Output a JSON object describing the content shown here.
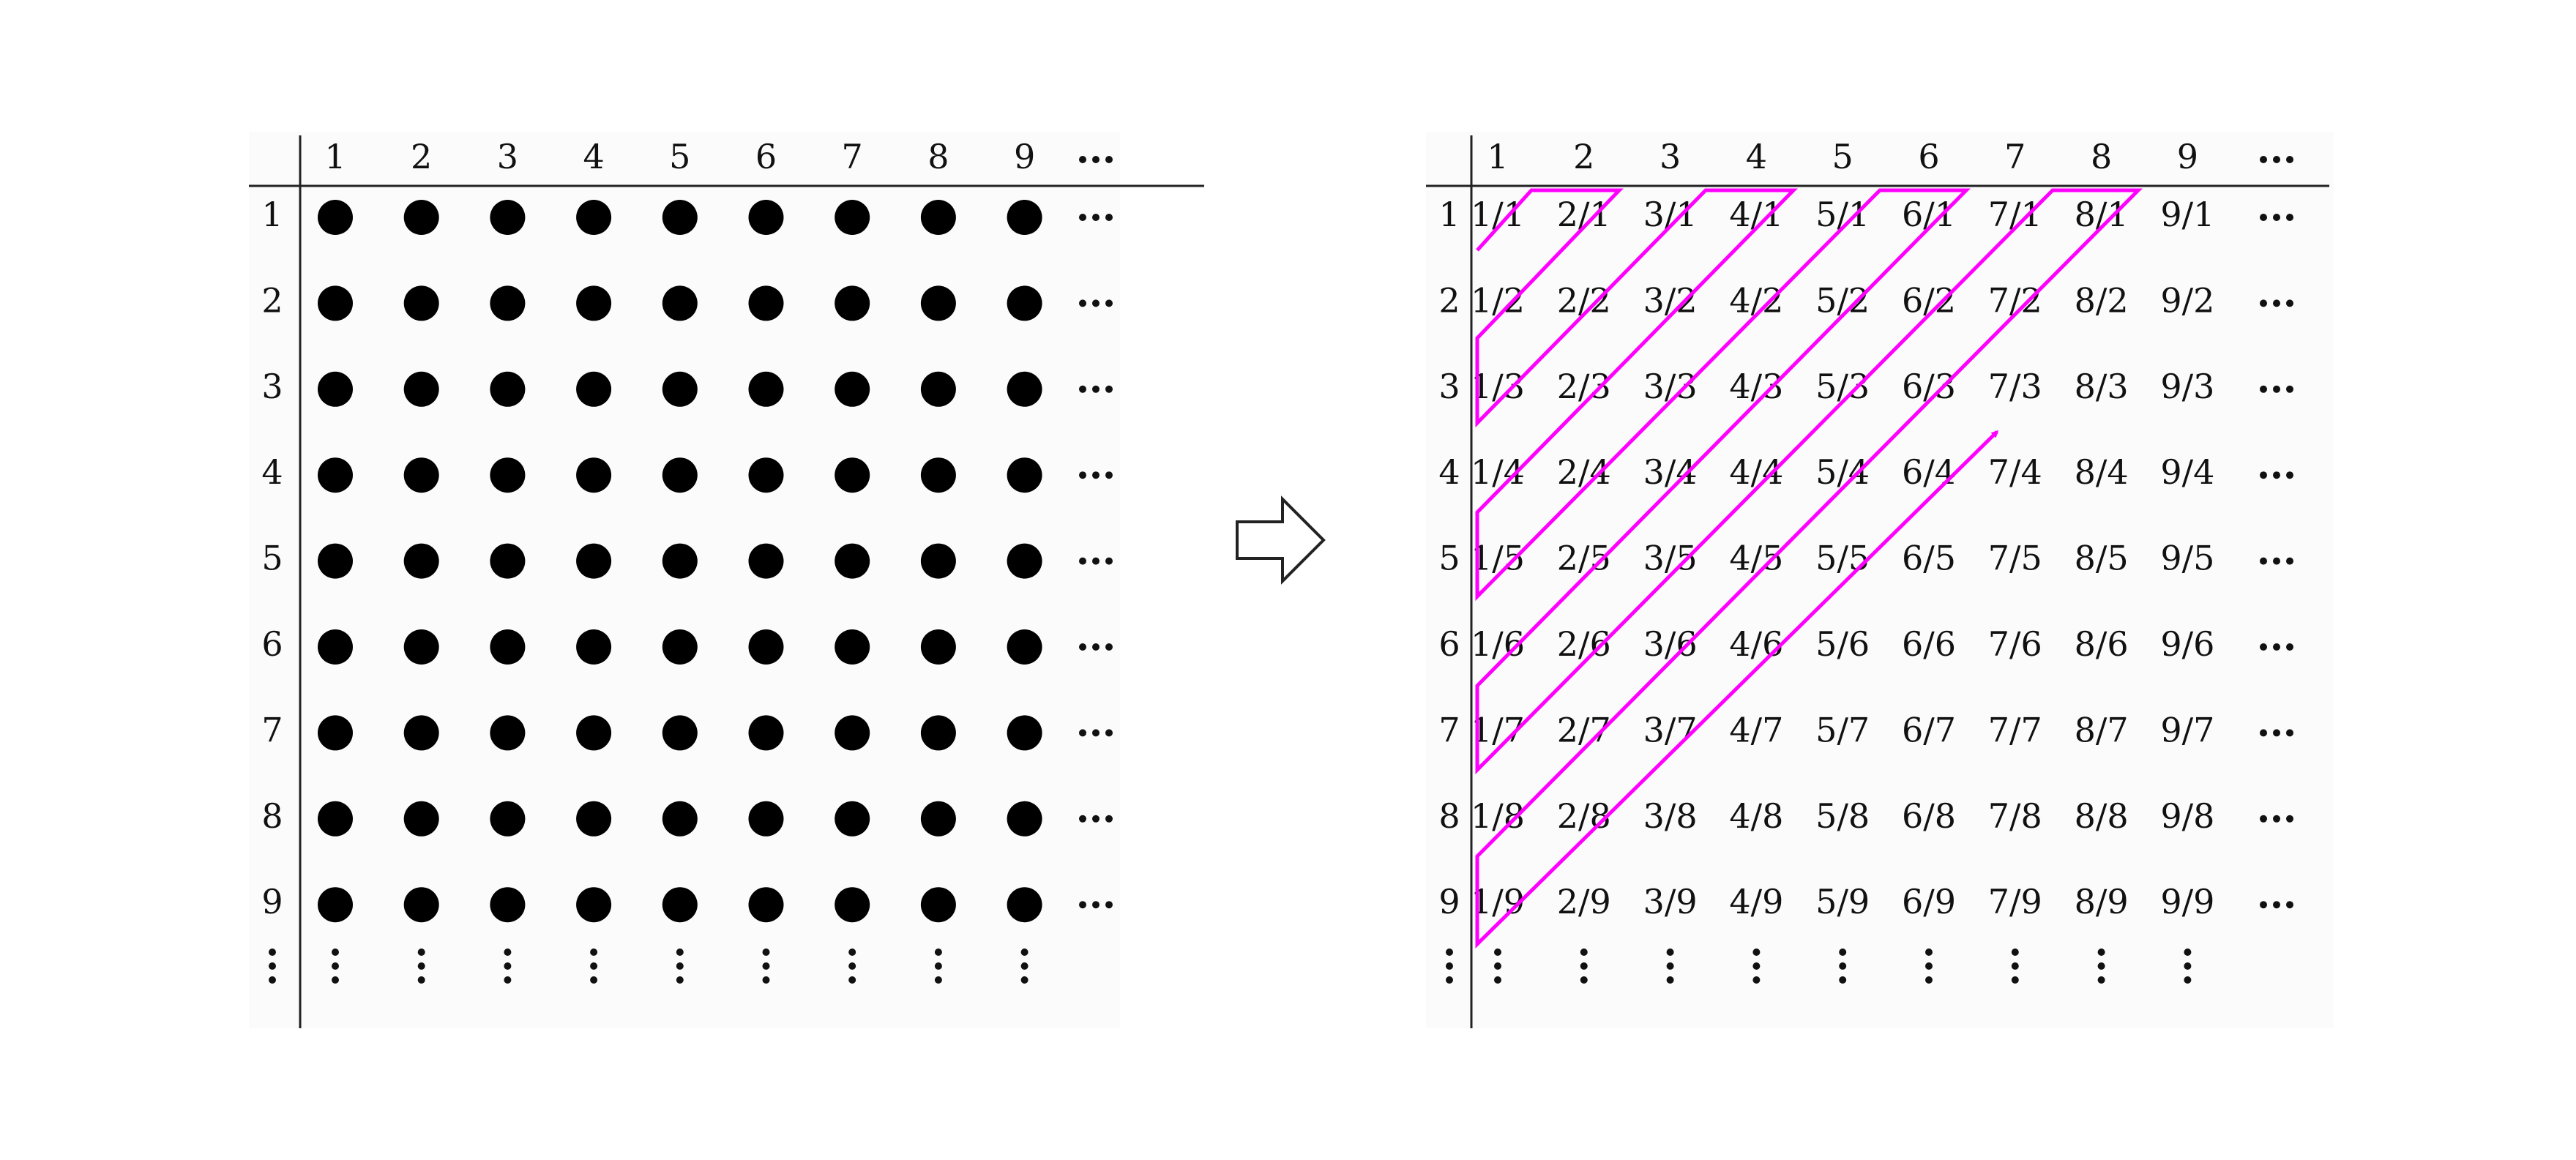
{
  "left_grid": {
    "column_headers": [
      "1",
      "2",
      "3",
      "4",
      "5",
      "6",
      "7",
      "8",
      "9",
      "⋯"
    ],
    "row_headers": [
      "1",
      "2",
      "3",
      "4",
      "5",
      "6",
      "7",
      "8",
      "9",
      "⋮"
    ],
    "cell_mark": "filled-dot",
    "continuation_row": "⋮",
    "continuation_col": "⋯"
  },
  "arrow": {
    "icon": "right-arrow-icon"
  },
  "right_grid": {
    "column_headers": [
      "1",
      "2",
      "3",
      "4",
      "5",
      "6",
      "7",
      "8",
      "9",
      "⋯"
    ],
    "row_headers": [
      "1",
      "2",
      "3",
      "4",
      "5",
      "6",
      "7",
      "8",
      "9",
      "⋮"
    ],
    "cells": [
      [
        "1/1",
        "2/1",
        "3/1",
        "4/1",
        "5/1",
        "6/1",
        "7/1",
        "8/1",
        "9/1"
      ],
      [
        "1/2",
        "2/2",
        "3/2",
        "4/2",
        "5/2",
        "6/2",
        "7/2",
        "8/2",
        "9/2"
      ],
      [
        "1/3",
        "2/3",
        "3/3",
        "4/3",
        "5/3",
        "6/3",
        "7/3",
        "8/3",
        "9/3"
      ],
      [
        "1/4",
        "2/4",
        "3/4",
        "4/4",
        "5/4",
        "6/4",
        "7/4",
        "8/4",
        "9/4"
      ],
      [
        "1/5",
        "2/5",
        "3/5",
        "4/5",
        "5/5",
        "6/5",
        "7/5",
        "8/5",
        "9/5"
      ],
      [
        "1/6",
        "2/6",
        "3/6",
        "4/6",
        "5/6",
        "6/6",
        "7/6",
        "8/6",
        "9/6"
      ],
      [
        "1/7",
        "2/7",
        "3/7",
        "4/7",
        "5/7",
        "6/7",
        "7/7",
        "8/7",
        "9/7"
      ],
      [
        "1/8",
        "2/8",
        "3/8",
        "4/8",
        "5/8",
        "6/8",
        "7/8",
        "8/8",
        "9/8"
      ],
      [
        "1/9",
        "2/9",
        "3/9",
        "4/9",
        "5/9",
        "6/9",
        "7/9",
        "8/9",
        "9/9"
      ]
    ],
    "continuation_row": "⋮",
    "continuation_col": "⋯",
    "path_color": "#ff00ff"
  },
  "colors": {
    "dot": "#000000",
    "text": "#111111",
    "path": "#ff00ff",
    "grid_bg": "#fbfbfb"
  }
}
